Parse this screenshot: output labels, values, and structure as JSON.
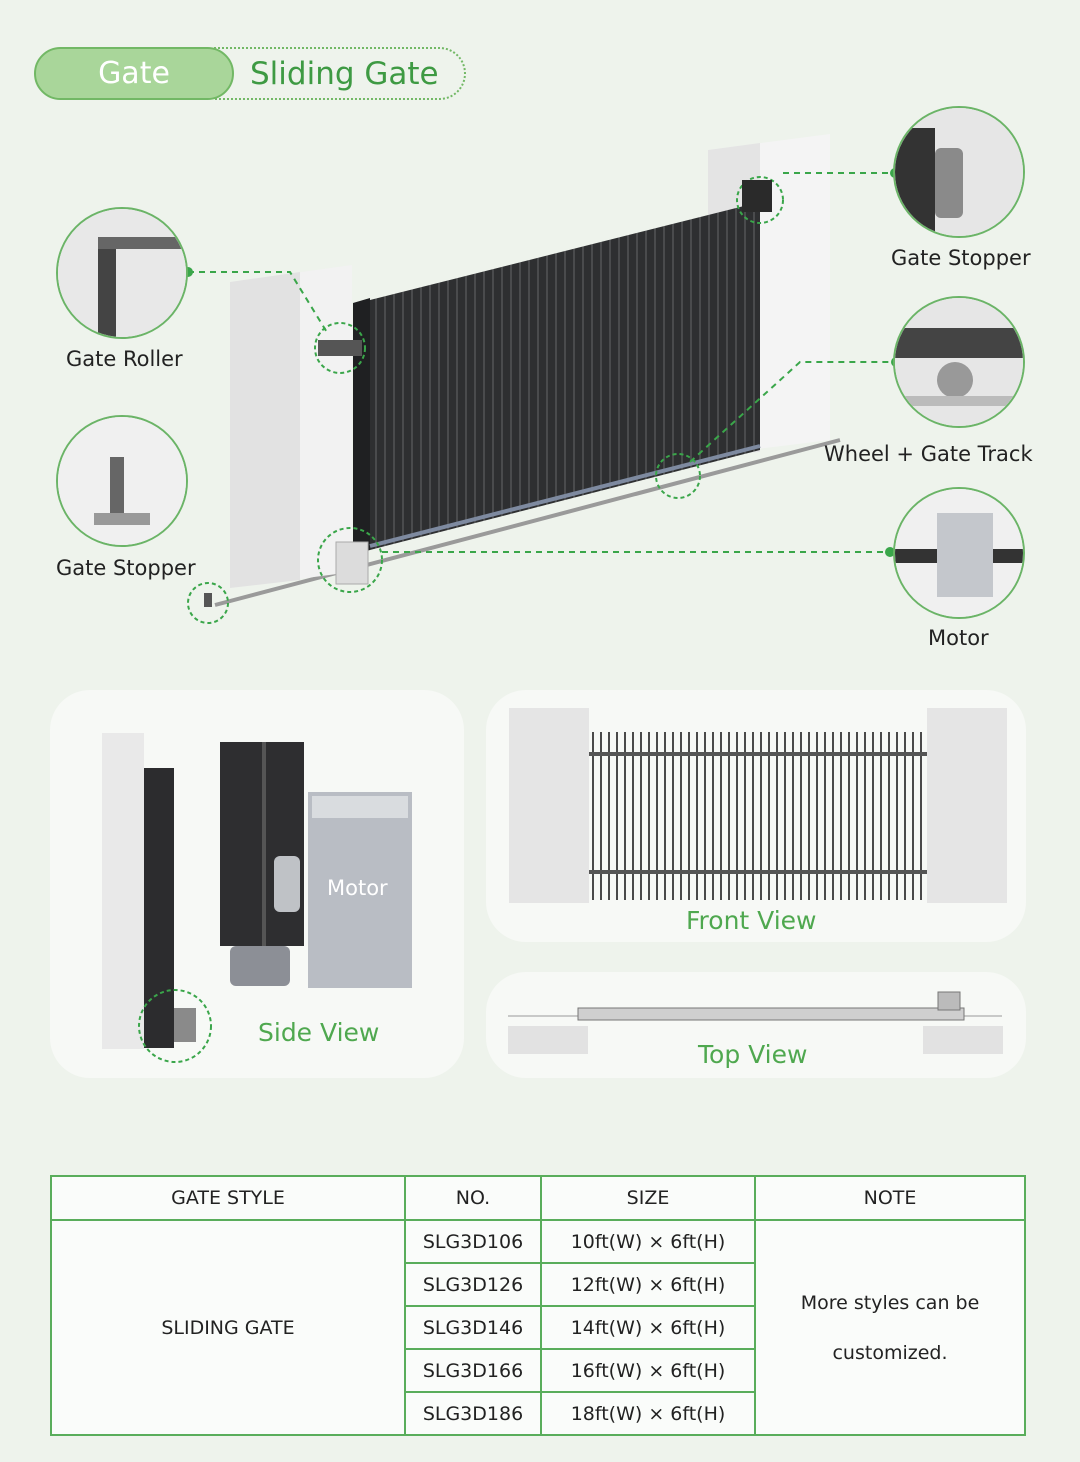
{
  "header": {
    "category": "Gate",
    "title": "Sliding Gate"
  },
  "callouts": {
    "gate_roller": "Gate Roller",
    "gate_stopper_left": "Gate Stopper",
    "gate_stopper_right": "Gate Stopper",
    "wheel_track": "Wheel + Gate Track",
    "motor": "Motor"
  },
  "views": {
    "side": "Side View",
    "side_motor": "Motor",
    "front": "Front View",
    "top": "Top View"
  },
  "table": {
    "headers": [
      "GATE STYLE",
      "NO.",
      "SIZE",
      "NOTE"
    ],
    "style": "SLIDING GATE",
    "rows": [
      {
        "no": "SLG3D106",
        "size": "10ft(W) × 6ft(H)"
      },
      {
        "no": "SLG3D126",
        "size": "12ft(W) × 6ft(H)"
      },
      {
        "no": "SLG3D146",
        "size": "14ft(W) × 6ft(H)"
      },
      {
        "no": "SLG3D166",
        "size": "16ft(W) × 6ft(H)"
      },
      {
        "no": "SLG3D186",
        "size": "18ft(W) × 6ft(H)"
      }
    ],
    "note_line1": "More styles can be",
    "note_line2": "customized."
  }
}
